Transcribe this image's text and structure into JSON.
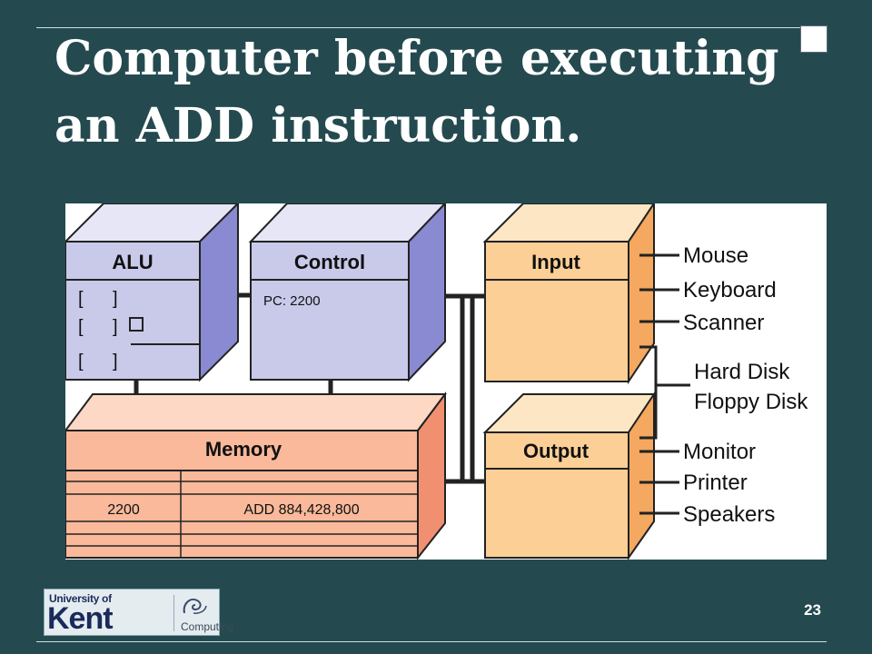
{
  "slide": {
    "title_line1": "Computer before executing",
    "title_line2": "an ADD instruction.",
    "page_number": "23"
  },
  "diagram": {
    "alu": {
      "label": "ALU",
      "registers": [
        "[",
        "]",
        "[",
        "]",
        "[",
        "]"
      ]
    },
    "control": {
      "label": "Control",
      "pc": "PC: 2200"
    },
    "memory": {
      "label": "Memory",
      "address": "2200",
      "contents": "ADD 884,428,800"
    },
    "input": {
      "label": "Input",
      "devices": [
        "Mouse",
        "Keyboard",
        "Scanner"
      ]
    },
    "storage": {
      "devices": [
        "Hard Disk",
        "Floppy Disk"
      ]
    },
    "output": {
      "label": "Output",
      "devices": [
        "Monitor",
        "Printer",
        "Speakers"
      ]
    },
    "colors": {
      "alu_front": "#c9c9ea",
      "alu_side": "#8a8ad2",
      "alu_top": "#e6e6f6",
      "memory_front": "#f9b99a",
      "memory_side": "#f19070",
      "memory_top": "#fdd8c4",
      "io_front": "#fbcf96",
      "io_side": "#f4a860",
      "io_top": "#fde6c4"
    }
  },
  "logo": {
    "university": "University of",
    "name": "Kent",
    "department": "Computing"
  }
}
